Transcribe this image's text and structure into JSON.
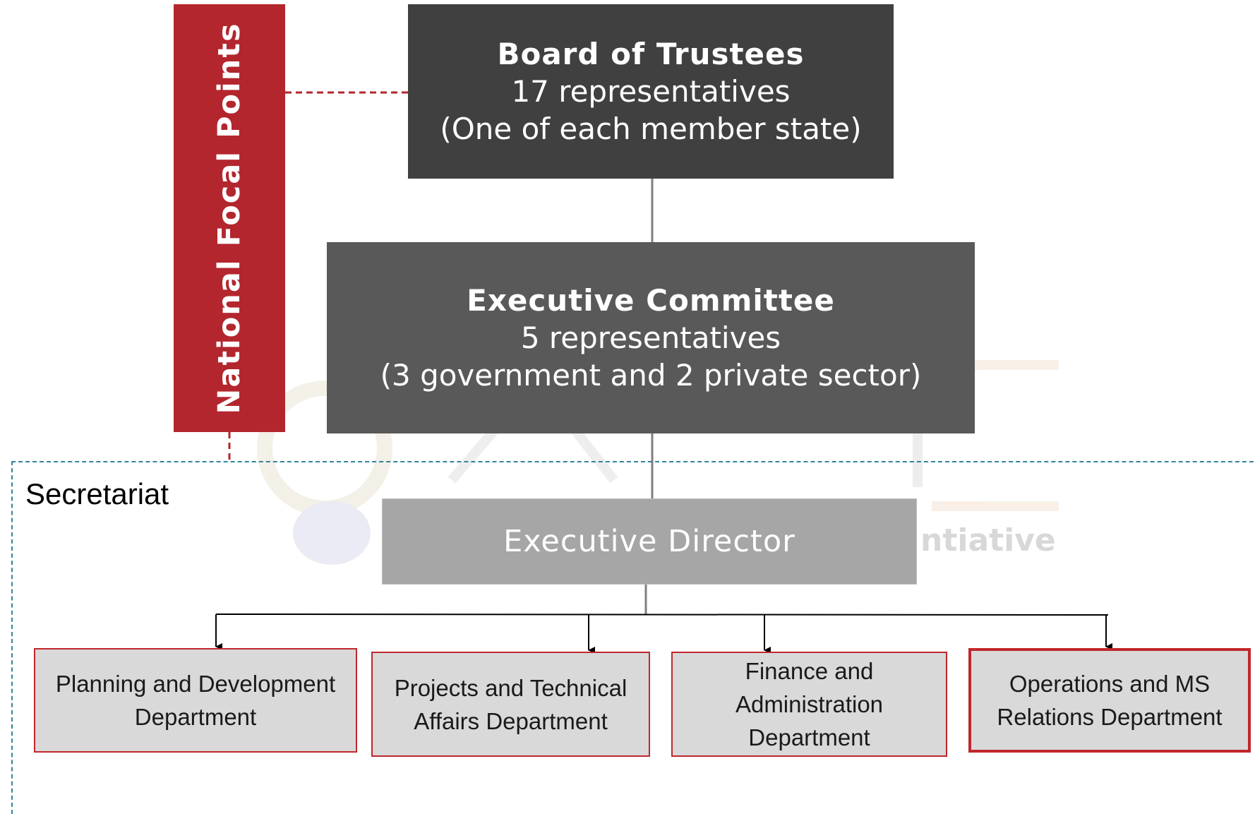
{
  "board": {
    "title": "Board of Trustees",
    "line1": "17 representatives",
    "line2": "(One of each member state)"
  },
  "executive_committee": {
    "title": "Executive Committee",
    "line1": "5 representatives",
    "line2": "(3 government and 2 private sector)"
  },
  "executive_director": {
    "label": "Executive Director"
  },
  "focal_points": {
    "label": "National Focal Points"
  },
  "secretariat": {
    "label": "Secretariat"
  },
  "departments": {
    "planning": {
      "line1": "Planning and Development",
      "line2": "Department"
    },
    "projects": {
      "line1": "Projects and Technical",
      "line2": "Affairs Department"
    },
    "finance": {
      "line1": "Finance and",
      "line2": "Administration",
      "line3": "Department"
    },
    "operations": {
      "line1": "Operations and MS",
      "line2": "Relations Department"
    }
  },
  "watermark": {
    "text": "ntiative"
  },
  "colors": {
    "board_bg": "#404040",
    "committee_bg": "#595959",
    "director_bg": "#a6a6a6",
    "focal_bg": "#b3262e",
    "dept_bg": "#d9d9d9",
    "dept_border": "#c0272d",
    "secretariat_border": "#31849b"
  }
}
